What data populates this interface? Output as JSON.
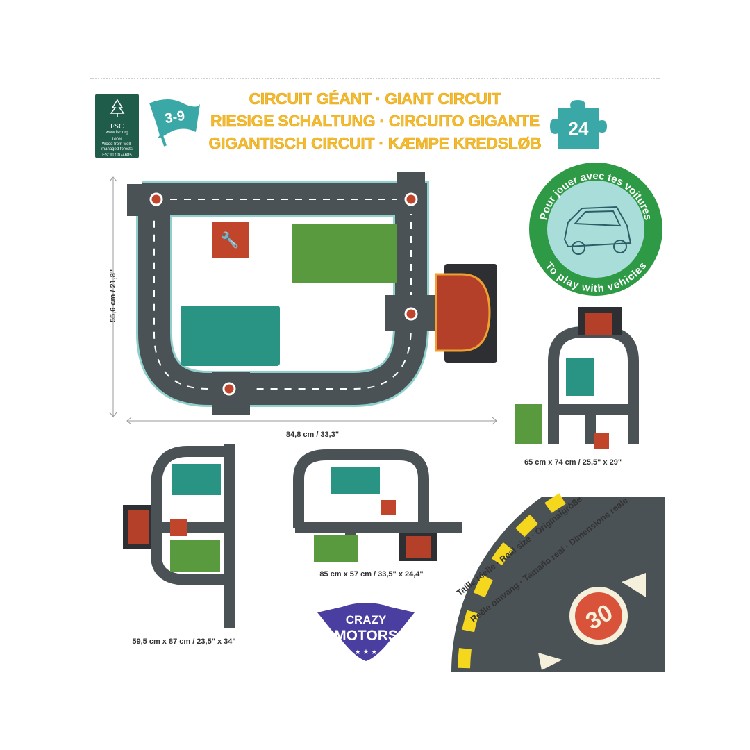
{
  "header": {
    "fsc": {
      "brand": "FSC",
      "url": "www.fsc.org",
      "percent": "100%",
      "claim": "Wood from well-managed forests",
      "code": "FSC® C074685"
    },
    "age_range": "3-9",
    "title_lines": [
      "CIRCUIT GÉANT · GIANT CIRCUIT",
      "RIESIGE SCHALTUNG · CIRCUITO GIGANTE",
      "GIGANTISCH CIRCUIT · KÆMPE KREDSLØB"
    ],
    "piece_count": "24"
  },
  "badge": {
    "top_text": "Pour jouer avec tes voitures",
    "bottom_text": "To play with vehicles"
  },
  "dimensions": {
    "main_height": "55,6 cm / 21,8\"",
    "main_width": "84,8 cm / 33,3\"",
    "layout_right": "65 cm x 74 cm / 25,5\" x 29\"",
    "layout_left": "59,5 cm x 87 cm / 23,5\" x 34\"",
    "layout_middle": "85 cm x 57 cm / 33,5\" x 24,4\""
  },
  "real_size": {
    "line1": "Taille réelle · Real size · Originalgröße",
    "line2": "Reële omvang · Tamaño real · Dimensione reale",
    "speed_sign": "30"
  },
  "logo": {
    "line1": "CRAZY",
    "line2": "MOTORS"
  },
  "colors": {
    "road": "#4a5256",
    "yellow": "#f3bc2f",
    "teal": "#3aa8a6",
    "green": "#2e9a45",
    "red": "#c0452a"
  }
}
